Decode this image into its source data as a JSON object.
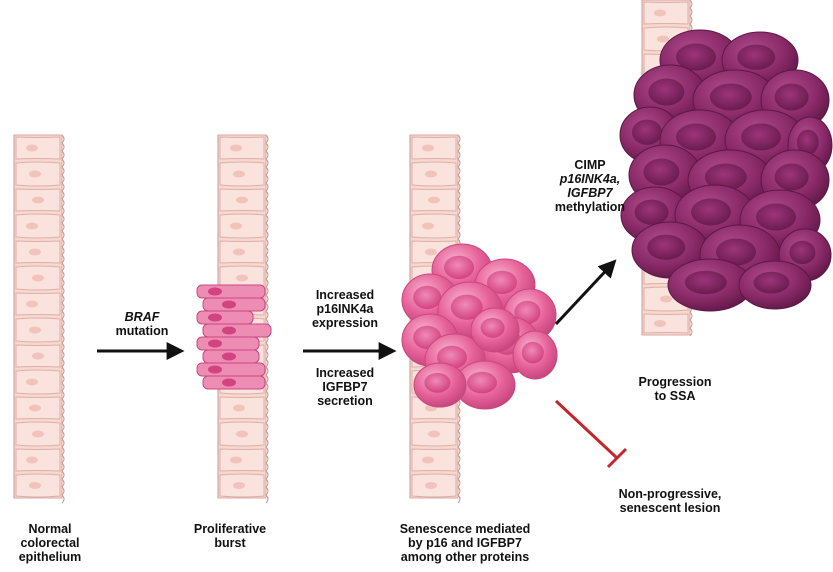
{
  "stages": [
    {
      "id": "normal",
      "caption": [
        "Normal",
        "colorectal",
        "epithelium"
      ]
    },
    {
      "id": "proliferative",
      "caption": [
        "Proliferative",
        "burst"
      ]
    },
    {
      "id": "senescence",
      "caption": [
        "Senescence mediated",
        "by p16 and IGFBP7",
        "among other proteins"
      ]
    }
  ],
  "arrows": {
    "braf": {
      "gene": "BRAF",
      "text": "mutation"
    },
    "p16": {
      "above": [
        "Increased",
        "p16INK4a",
        "expression"
      ],
      "below": [
        "Increased",
        "IGFBP7",
        "secretion"
      ]
    },
    "cimp": {
      "line1": "CIMP",
      "line2": "p16INK4a,",
      "line3": "IGFBP7",
      "line4": "methylation"
    }
  },
  "outcomes": {
    "progression": [
      "Progression",
      "to SSA"
    ],
    "nonprogressive": [
      "Non-progressive,",
      "senescent lesion"
    ]
  },
  "colors": {
    "epithelium_fill": "#f8d7d0",
    "epithelium_stroke": "#d9a9a0",
    "pink_cell": "#e7649a",
    "pink_cell_light": "#f29ac0",
    "plum_cell": "#8a2a68",
    "plum_cell_light": "#b0508c",
    "arrow_black": "#111111",
    "arrow_red": "#c4262e"
  }
}
